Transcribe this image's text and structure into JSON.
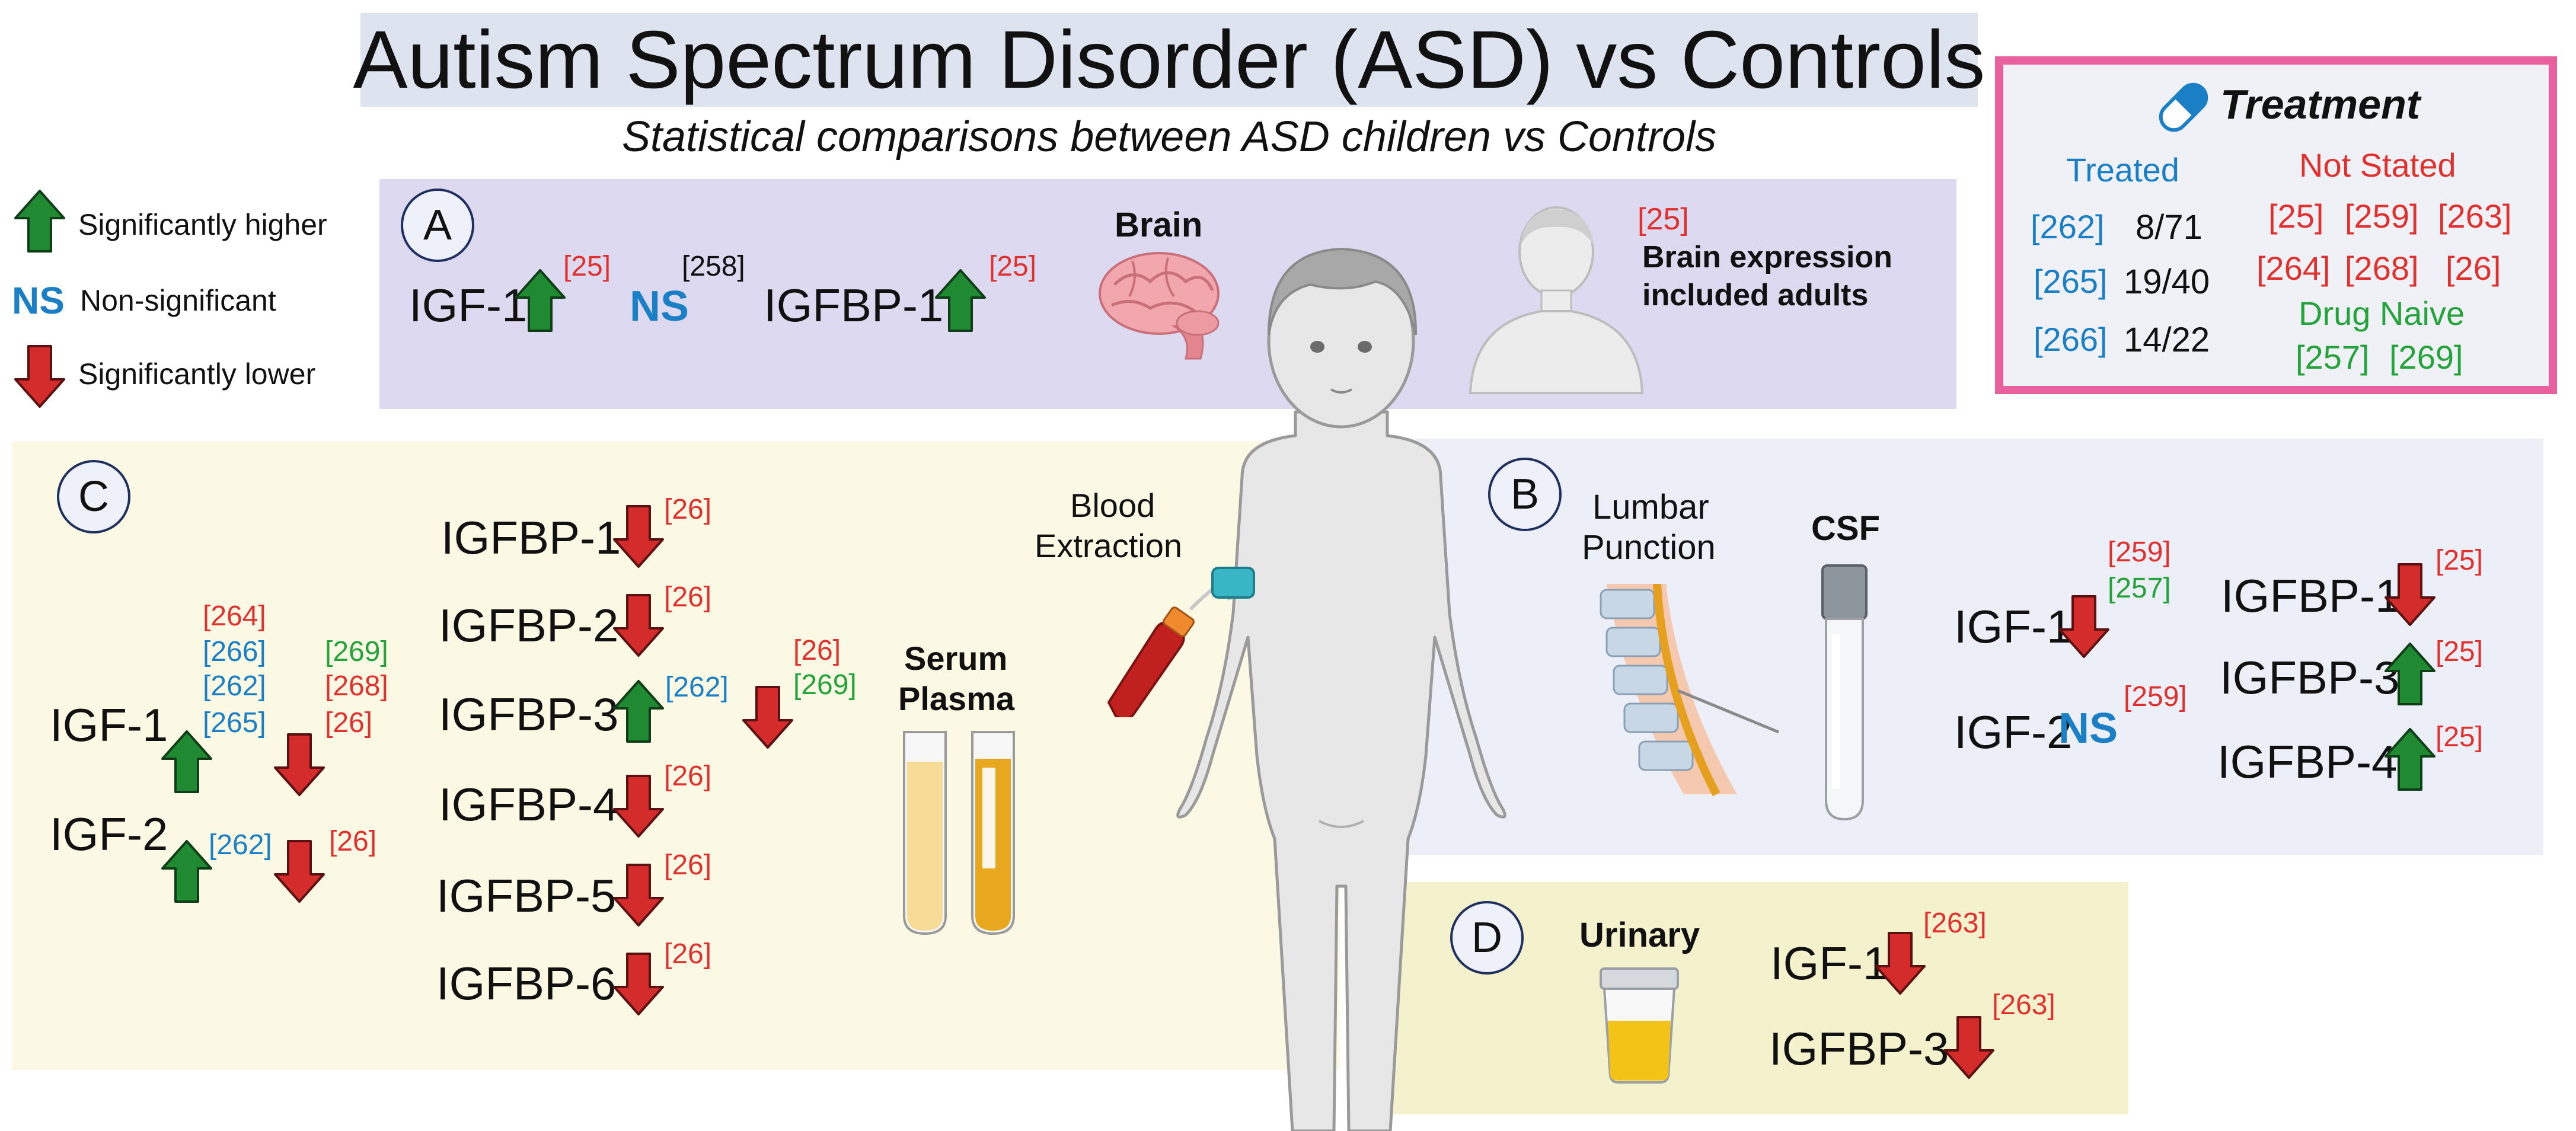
{
  "title": "Autism Spectrum Disorder (ASD) vs Controls",
  "subtitle": "Statistical comparisons between ASD children vs Controls",
  "legend": {
    "higher": "Significantly higher",
    "ns_symbol": "NS",
    "ns": "Non-significant",
    "lower": "Significantly lower"
  },
  "colors": {
    "up": "#1f8a32",
    "down": "#d42b2b",
    "ns": "#1a7fc4",
    "ref_red": "#e0312f",
    "ref_blue": "#1a7fc4",
    "ref_green": "#24a33a",
    "treatment_border": "#e8609e"
  },
  "panelA": {
    "letter": "A",
    "igf1": "IGF-1",
    "igf1_ref": "[25]",
    "ns": "NS",
    "ns_ref": "[258]",
    "igfbp1": "IGFBP-1",
    "igfbp1_ref": "[25]",
    "brain_label": "Brain",
    "adult_ref": "[25]",
    "adult_note_1": "Brain expression",
    "adult_note_2": "included adults"
  },
  "treatment": {
    "title": "Treatment",
    "treated_header": "Treated",
    "treated": [
      {
        "ref": "[262]",
        "value": "8/71"
      },
      {
        "ref": "[265]",
        "value": "19/40"
      },
      {
        "ref": "[266]",
        "value": "14/22"
      }
    ],
    "not_stated_header": "Not Stated",
    "not_stated_row1": [
      "[25]",
      "[259]",
      "[263]"
    ],
    "not_stated_row2": [
      "[264]",
      "[268]",
      "[26]"
    ],
    "drug_naive_header": "Drug Naive",
    "drug_naive": [
      "[257]",
      "[269]"
    ]
  },
  "panelC": {
    "letter": "C",
    "igf1": "IGF-1",
    "igf2": "IGF-2",
    "igf1_up_refs": [
      "[264]",
      "[266]",
      "[262]",
      "[265]"
    ],
    "igf1_down_refs": [
      "[269]",
      "[268]",
      "[26]"
    ],
    "igf2_up_ref": "[262]",
    "igf2_down_ref": "[26]",
    "igfbp1": "IGFBP-1",
    "igfbp1_ref": "[26]",
    "igfbp2": "IGFBP-2",
    "igfbp2_ref": "[26]",
    "igfbp3": "IGFBP-3",
    "igfbp3_up_ref": "[262]",
    "igfbp3_down_refs": [
      "[26]",
      "[269]"
    ],
    "igfbp4": "IGFBP-4",
    "igfbp4_ref": "[26]",
    "igfbp5": "IGFBP-5",
    "igfbp5_ref": "[26]",
    "igfbp6": "IGFBP-6",
    "igfbp6_ref": "[26]",
    "serum_1": "Serum",
    "serum_2": "Plasma",
    "blood_1": "Blood",
    "blood_2": "Extraction"
  },
  "panelB": {
    "letter": "B",
    "lumbar_1": "Lumbar",
    "lumbar_2": "Punction",
    "csf": "CSF",
    "igf1": "IGF-1",
    "igf1_refs": [
      "[259]",
      "[257]"
    ],
    "igf2": "IGF-2",
    "igf2_ns": "NS",
    "igf2_ref": "[259]",
    "igfbp1": "IGFBP-1",
    "igfbp1_ref": "[25]",
    "igfbp3": "IGFBP-3",
    "igfbp3_ref": "[25]",
    "igfbp4": "IGFBP-4",
    "igfbp4_ref": "[25]"
  },
  "panelD": {
    "letter": "D",
    "urinary": "Urinary",
    "igf1": "IGF-1",
    "igf1_ref": "[263]",
    "igfbp3": "IGFBP-3",
    "igfbp3_ref": "[263]"
  }
}
